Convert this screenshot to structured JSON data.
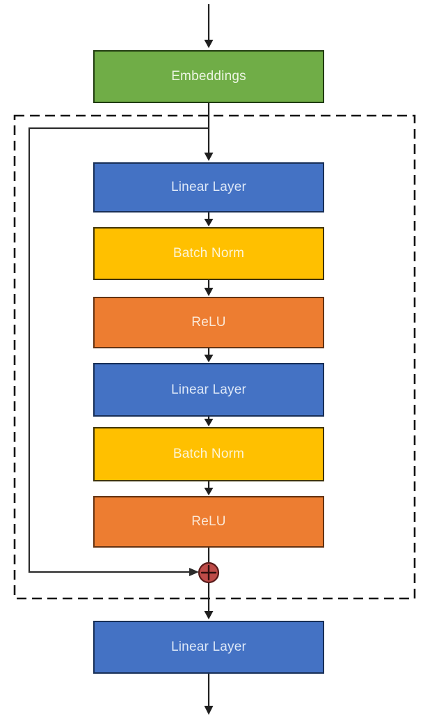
{
  "diagram": {
    "background_color": "#ffffff",
    "connector_color": "#1f1f1f",
    "skip_connector_color": "#2b2b2b",
    "dashed_border_color": "#141414",
    "nodes": [
      {
        "id": "embeddings",
        "label": "Embeddings",
        "fill": "#70ad47"
      },
      {
        "id": "linear-layer-1",
        "label": "Linear Layer",
        "fill": "#4472c4"
      },
      {
        "id": "batch-norm-1",
        "label": "Batch Norm",
        "fill": "#ffc000"
      },
      {
        "id": "relu-1",
        "label": "ReLU",
        "fill": "#ed7d31"
      },
      {
        "id": "linear-layer-2",
        "label": "Linear Layer",
        "fill": "#4472c4"
      },
      {
        "id": "batch-norm-2",
        "label": "Batch Norm",
        "fill": "#ffc000"
      },
      {
        "id": "relu-2",
        "label": "ReLU",
        "fill": "#ed7d31"
      },
      {
        "id": "linear-layer-out",
        "label": "Linear Layer",
        "fill": "#4472c4"
      }
    ],
    "sum_node": {
      "symbol": "+",
      "fill": "#be4b48"
    }
  }
}
